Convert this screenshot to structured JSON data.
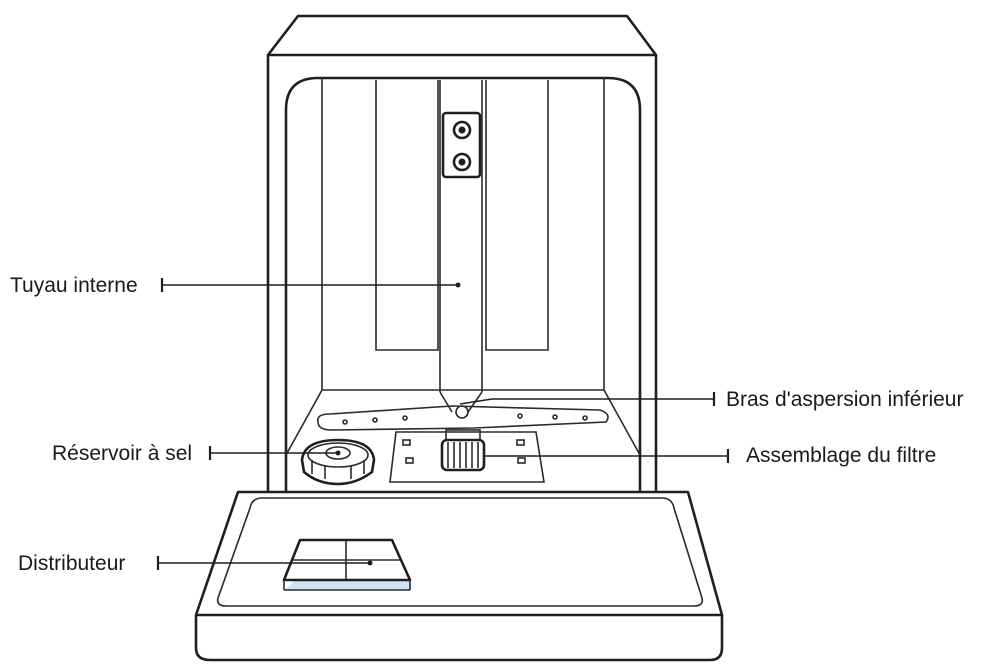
{
  "labels": {
    "inner_pipe": "Tuyau interne",
    "lower_spray_arm": "Bras d'aspersion inférieur",
    "salt_reservoir": "Réservoir à sel",
    "filter_assembly": "Assemblage du filtre",
    "dispenser": "Distributeur"
  },
  "colors": {
    "line": "#1f1f1f",
    "dispenser_accent": "#cfe3f7",
    "background": "#ffffff"
  }
}
